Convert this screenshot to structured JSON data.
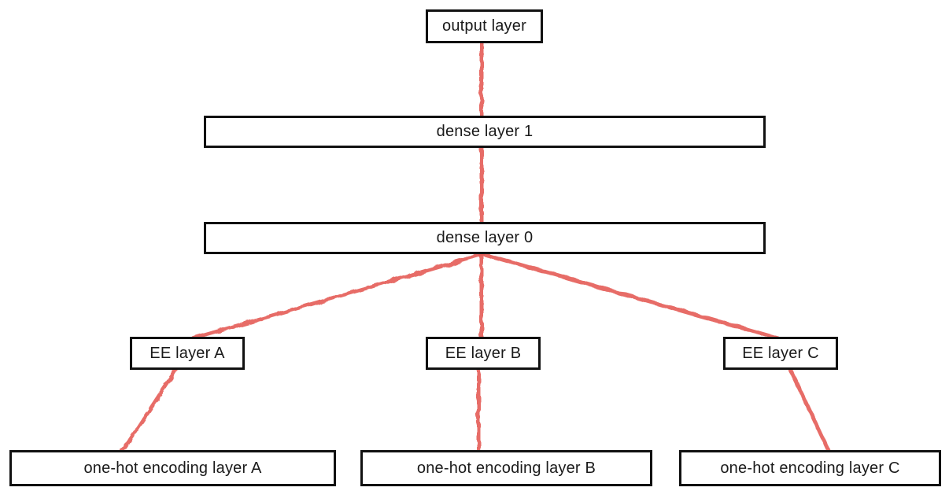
{
  "diagram": {
    "type": "neural-network-architecture",
    "colors": {
      "edge": "#e5605a",
      "box_border": "#111111",
      "box_fill": "#ffffff",
      "text": "#1a1a1a",
      "background": "#ffffff"
    },
    "nodes": [
      {
        "id": "output",
        "label": "output layer"
      },
      {
        "id": "dense1",
        "label": "dense layer 1"
      },
      {
        "id": "dense0",
        "label": "dense layer 0"
      },
      {
        "id": "eeA",
        "label": "EE layer A"
      },
      {
        "id": "eeB",
        "label": "EE layer B"
      },
      {
        "id": "eeC",
        "label": "EE layer C"
      },
      {
        "id": "onehotA",
        "label": "one-hot encoding layer A"
      },
      {
        "id": "onehotB",
        "label": "one-hot encoding layer B"
      },
      {
        "id": "onehotC",
        "label": "one-hot encoding layer C"
      }
    ],
    "edges": [
      {
        "from": "output",
        "to": "dense1"
      },
      {
        "from": "dense1",
        "to": "dense0"
      },
      {
        "from": "dense0",
        "to": "eeA"
      },
      {
        "from": "dense0",
        "to": "eeB"
      },
      {
        "from": "dense0",
        "to": "eeC"
      },
      {
        "from": "eeA",
        "to": "onehotA"
      },
      {
        "from": "eeB",
        "to": "onehotB"
      },
      {
        "from": "eeC",
        "to": "onehotC"
      }
    ]
  }
}
